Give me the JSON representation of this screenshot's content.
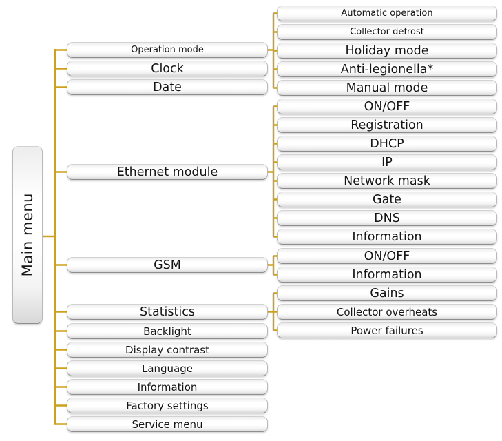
{
  "root_label": "Main menu",
  "line_color": "#CDA11F",
  "menu_items": [
    {
      "label": "Operation mode",
      "submenu": [
        "Automatic operation",
        "Collector defrost",
        "Holiday mode",
        "Anti-legionella*",
        "Manual mode"
      ]
    },
    {
      "label": "Clock",
      "submenu": []
    },
    {
      "label": "Date",
      "submenu": []
    },
    {
      "label": "Ethernet module",
      "submenu": [
        "ON/OFF",
        "Registration",
        "DHCP",
        "IP",
        "Network mask",
        "Gate",
        "DNS",
        "Information"
      ]
    },
    {
      "label": "GSM",
      "submenu": [
        "ON/OFF",
        "Information"
      ]
    },
    {
      "label": "Statistics",
      "submenu": [
        "Gains",
        "Collector overheats",
        "Power failures"
      ]
    },
    {
      "label": "Backlight",
      "submenu": []
    },
    {
      "label": "Display contrast",
      "submenu": []
    },
    {
      "label": "Language",
      "submenu": []
    },
    {
      "label": "Information",
      "submenu": []
    },
    {
      "label": "Factory settings",
      "submenu": []
    },
    {
      "label": "Service menu",
      "submenu": []
    }
  ]
}
